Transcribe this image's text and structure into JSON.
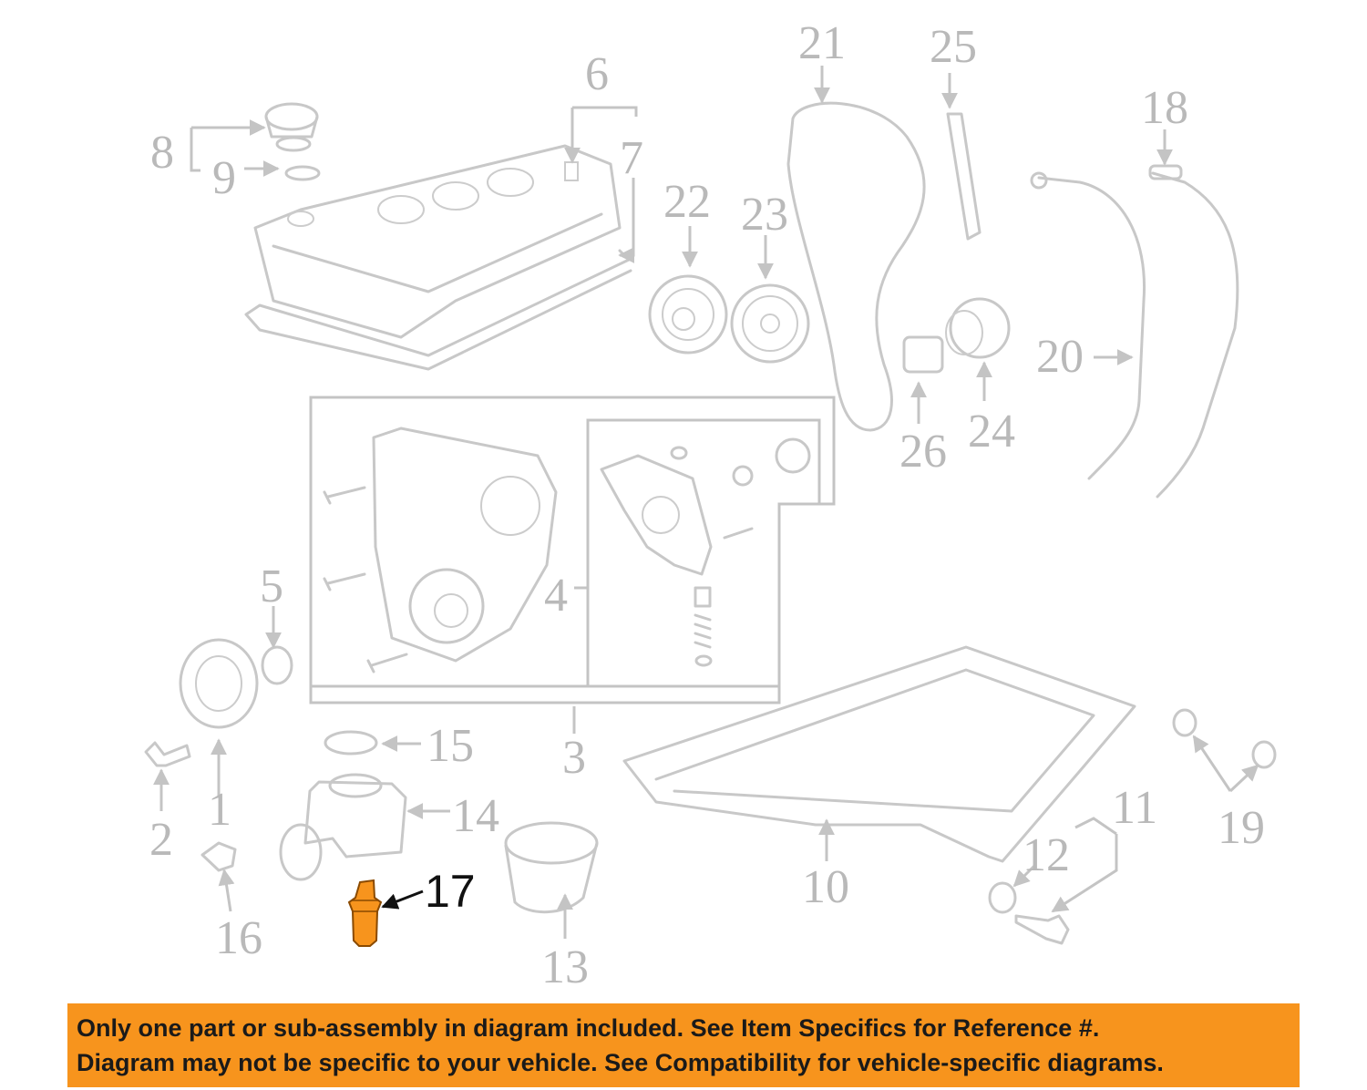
{
  "highlight_color": "#f7941d",
  "highlighted_part": "17",
  "callouts": [
    "1",
    "2",
    "3",
    "4",
    "5",
    "6",
    "7",
    "8",
    "9",
    "10",
    "11",
    "12",
    "13",
    "14",
    "15",
    "16",
    "17",
    "18",
    "19",
    "20",
    "21",
    "22",
    "23",
    "24",
    "25",
    "26"
  ],
  "banner": {
    "line1": "Only one part or sub-assembly in diagram included. See Item Specifics for Reference #.",
    "line2": "Diagram may not be specific to your vehicle. See Compatibility for vehicle-specific diagrams."
  }
}
